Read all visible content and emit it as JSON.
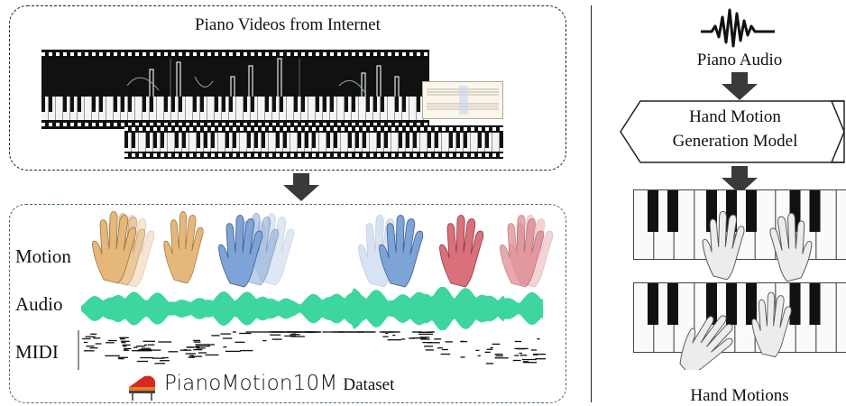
{
  "left_top": {
    "title": "Piano Videos from Internet"
  },
  "left_bottom": {
    "rows": {
      "motion": "Motion",
      "audio": "Audio",
      "midi": "MIDI"
    },
    "dataset_name": "PianoMotion10M",
    "dataset_suffix": "Dataset",
    "hand_colors": [
      "#e6b77a",
      "#7ea3d6",
      "#d9707a"
    ]
  },
  "right": {
    "input_label": "Piano Audio",
    "model_line1": "Hand Motion",
    "model_line2": "Generation Model",
    "output_label": "Hand Motions"
  },
  "colors": {
    "audio_wave": "#3dd69e",
    "bottom_border": "#3d7a3a",
    "arrow": "#3a3a3a"
  }
}
